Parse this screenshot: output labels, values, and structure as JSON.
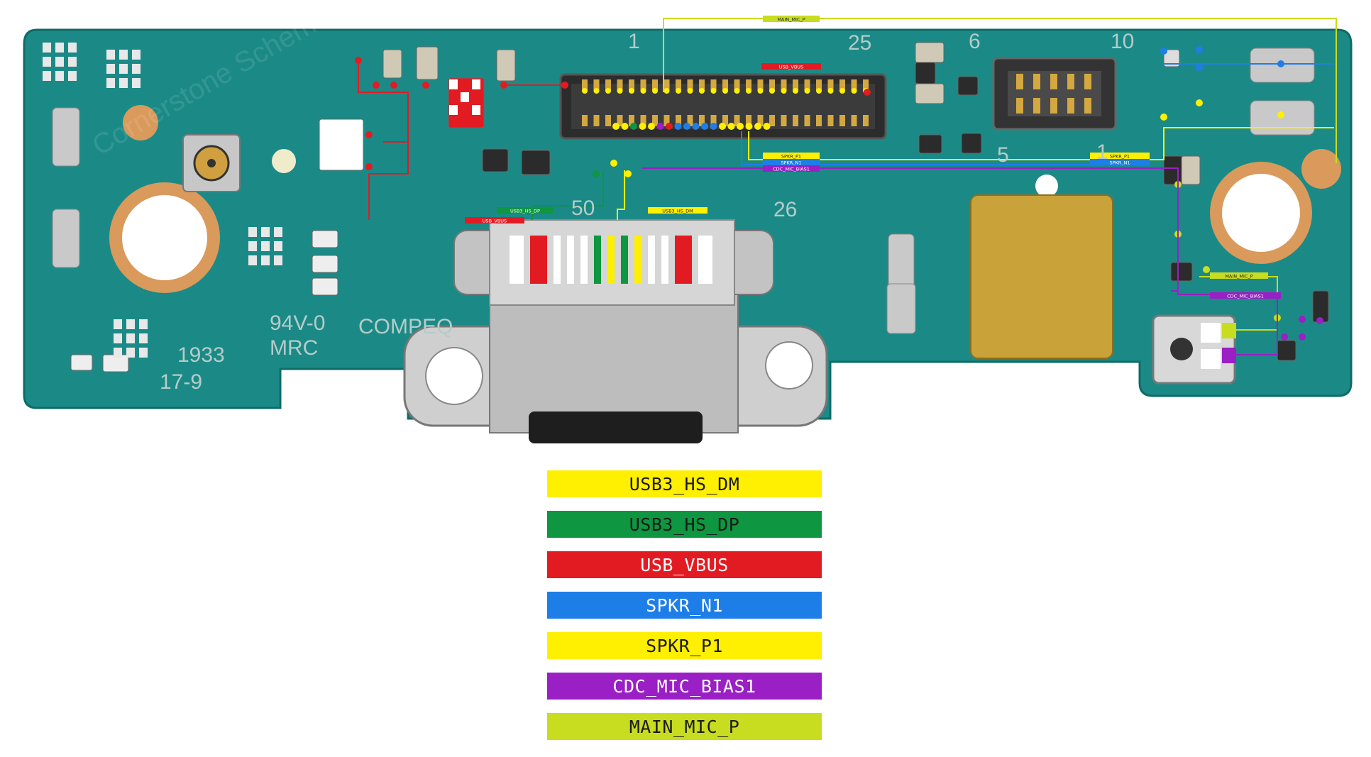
{
  "board": {
    "silkscreen": {
      "pin1": "1",
      "pin25": "25",
      "pin6": "6",
      "pin10": "10",
      "pin5": "5",
      "pin1b": "1",
      "pin50": "50",
      "pin26": "26",
      "rating": "94V-0",
      "maker": "COMPEQ",
      "mrc": "MRC",
      "date1": "1933",
      "date2": "17-9",
      "watermark": "Cornerstone Schematics"
    },
    "net_tags": {
      "main_mic_top": "MAIN_MIC_P",
      "usb_vbus_top": "USB_VBUS",
      "spkr_p1_mid": "SPKR_P1",
      "spkr_n1_mid": "SPKR_N1",
      "cdc_mic_mid": "CDC_MIC_BIAS1",
      "spkr_p1_right": "SPKR_P1",
      "spkr_n1_right": "SPKR_N1",
      "usb_vbus_left": "USB_VBUS",
      "usb3_dp_left": "USB3_HS_DP",
      "usb3_dm_left": "USB3_HS_DM",
      "main_mic_right": "MAIN_MIC_P",
      "cdc_mic_right": "CDC_MIC_BIAS1"
    }
  },
  "legend": [
    {
      "label": "USB3_HS_DM",
      "color": "#ffef00",
      "text_color": "#1a1a1a"
    },
    {
      "label": "USB3_HS_DP",
      "color": "#0e9640",
      "text_color": "#1a1a1a"
    },
    {
      "label": "USB_VBUS",
      "color": "#e21b23",
      "text_color": "#ffffff"
    },
    {
      "label": "SPKR_N1",
      "color": "#1e7ee8",
      "text_color": "#ffffff"
    },
    {
      "label": "SPKR_P1",
      "color": "#ffef00",
      "text_color": "#1a1a1a"
    },
    {
      "label": "CDC_MIC_BIAS1",
      "color": "#9a1fc4",
      "text_color": "#ffffff"
    },
    {
      "label": "MAIN_MIC_P",
      "color": "#c8dc20",
      "text_color": "#1a1a1a"
    }
  ]
}
